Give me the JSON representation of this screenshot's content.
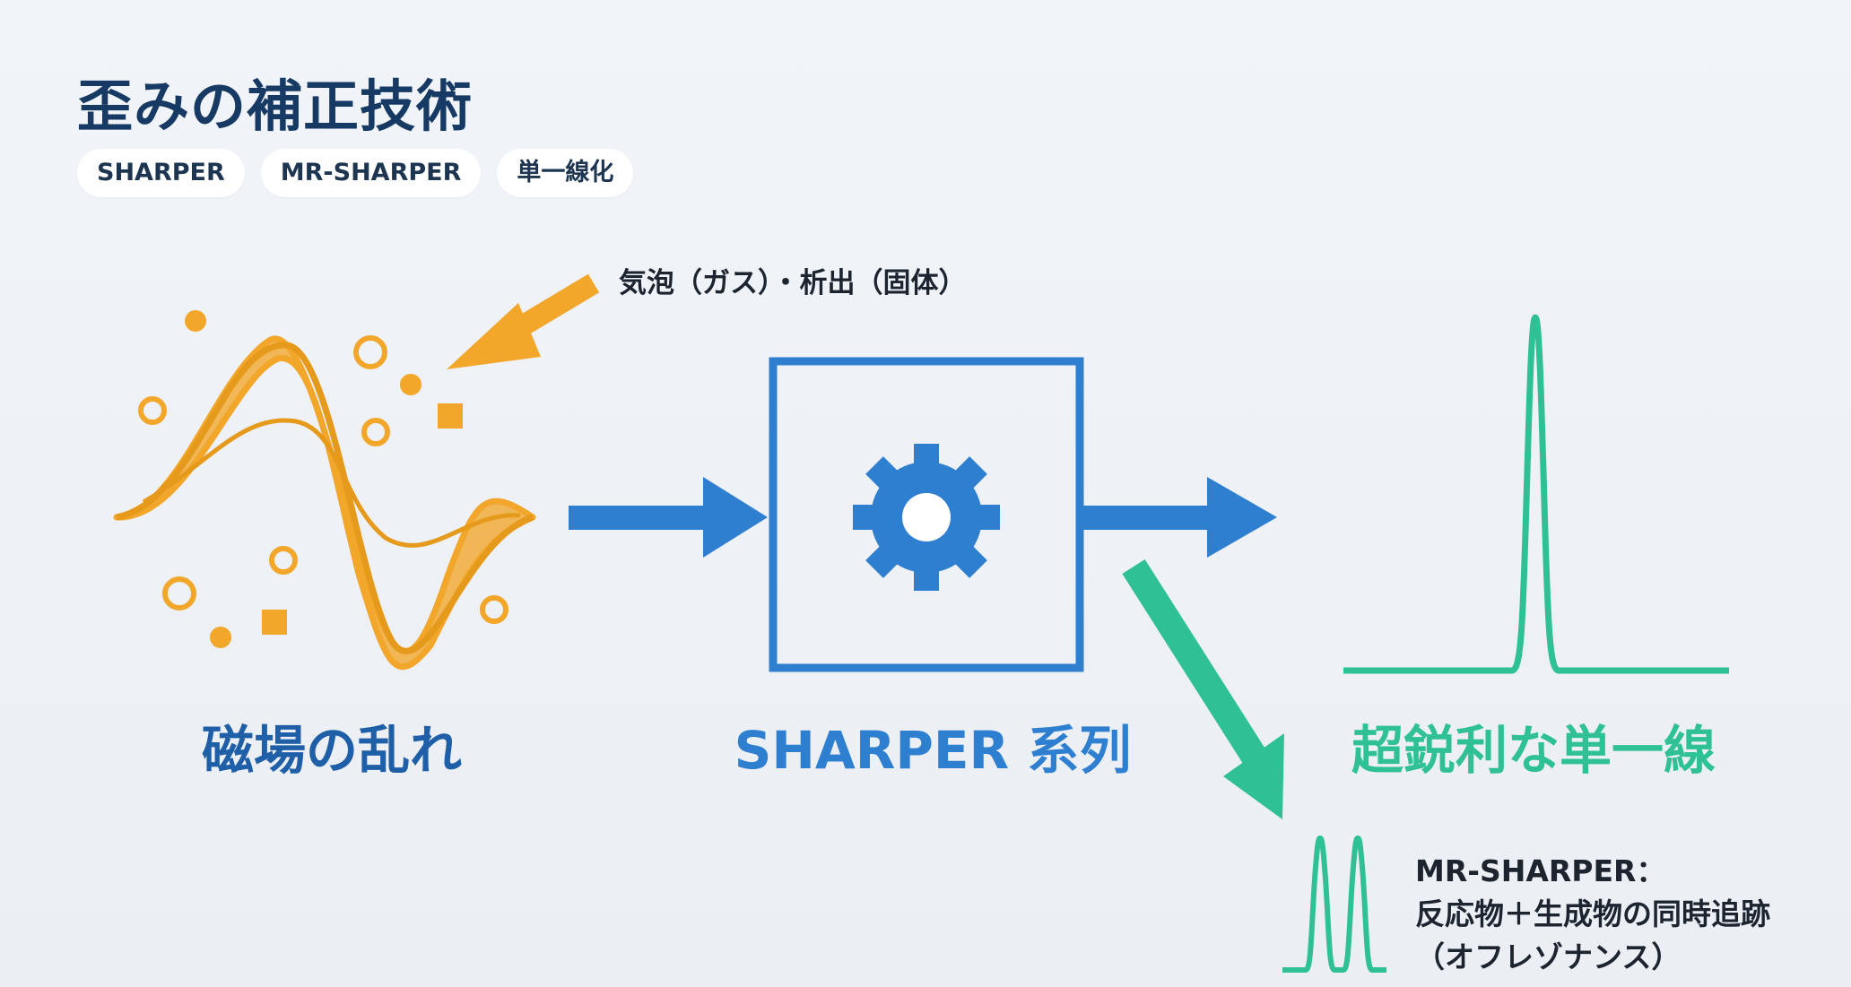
{
  "title": "歪みの補正技術",
  "tags": [
    "SHARPER",
    "MR-SHARPER",
    "単一線化"
  ],
  "annotation": "気泡（ガス）・析出（固体）",
  "labels": {
    "disturbance": "磁場の乱れ",
    "sharper": "SHARPER 系列",
    "single_line": "超鋭利な単一線"
  },
  "mr_sharper": {
    "line1": "MR-SHARPER：",
    "line2": "反応物＋生成物の同時追跡",
    "line3": "（オフレゾナンス）"
  },
  "colors": {
    "orange": "#f2a62a",
    "blue": "#2f7fd0",
    "green": "#2fc193",
    "dark_blue": "#163a63"
  },
  "icons": {
    "gear": "gear-icon",
    "wave": "distorted-wave-icon",
    "bubbles": "bubble-particles-icon"
  }
}
